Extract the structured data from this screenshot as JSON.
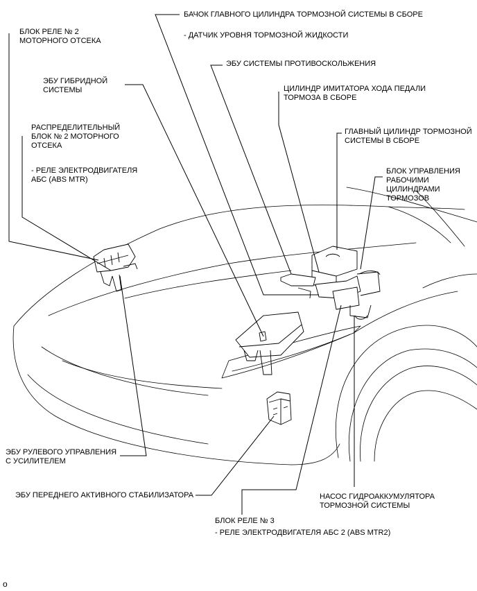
{
  "labels": {
    "relay_block_2": [
      "БЛОК РЕЛЕ № 2",
      "МОТОРНОГО ОТСЕКА"
    ],
    "hybrid_ecu": [
      "ЭБУ ГИБРИДНОЙ",
      "СИСТЕМЫ"
    ],
    "junction_block_2": [
      "РАСПРЕДЕЛИТЕЛЬНЫЙ",
      "БЛОК № 2 МОТОРНОГО",
      "ОТСЕКА"
    ],
    "abs_motor_relay": [
      "- РЕЛЕ ЭЛЕКТРОДВИГАТЕЛЯ",
      "АБС (ABS MTR)"
    ],
    "master_reservoir": "БАЧОК ГЛАВНОГО ЦИЛИНДРА ТОРМОЗНОЙ СИСТЕМЫ В СБОРЕ",
    "fluid_level_sensor": "- ДАТЧИК УРОВНЯ ТОРМОЗНОЙ ЖИДКОСТИ",
    "skid_control_ecu": "ЭБУ СИСТЕМЫ ПРОТИВОСКОЛЬЖЕНИЯ",
    "stroke_simulator": [
      "ЦИЛИНДР ИМИТАТОРА ХОДА ПЕДАЛИ",
      "ТОРМОЗА В СБОРЕ"
    ],
    "master_cylinder": [
      "ГЛАВНЫЙ ЦИЛИНДР ТОРМОЗНОЙ",
      "СИСТЕМЫ В СБОРЕ"
    ],
    "actuator": [
      "БЛОК УПРАВЛЕНИЯ",
      "РАБОЧИМИ",
      "ЦИЛИНДРАМИ",
      "ТОРМОЗОВ"
    ],
    "eps_ecu": [
      "ЭБУ РУЛЕВОГО УПРАВЛЕНИЯ",
      "С УСИЛИТЕЛЕМ"
    ],
    "stabilizer_ecu": "ЭБУ ПЕРЕДНЕГО АКТИВНОГО СТАБИЛИЗАТОРА",
    "accumulator_pump": [
      "НАСОС ГИДРОАККУМУЛЯТОРА",
      "ТОРМОЗНОЙ СИСТЕМЫ"
    ],
    "relay_block_3": "БЛОК РЕЛЕ № 3",
    "abs_motor_relay_2": "- РЕЛЕ ЭЛЕКТРОДВИГАТЕЛЯ АБС 2 (ABS MTR2)",
    "corner_mark": "o"
  }
}
